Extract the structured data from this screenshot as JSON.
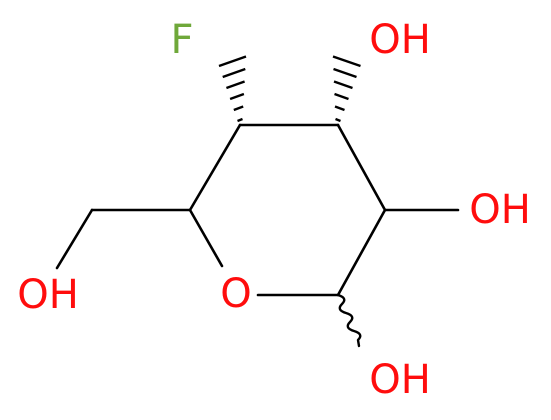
{
  "molecule": {
    "labels": {
      "fluorine": "F",
      "ring_oxygen": "O",
      "hydroxyl_c4": "OH",
      "hydroxyl_c3": "OH",
      "hydroxyl_c2_anomeric": "OH",
      "hydroxymethyl": "OH"
    },
    "colors": {
      "bond": "#000000",
      "oxygen": "#ff0d0d",
      "fluorine": "#6fa83a"
    }
  }
}
